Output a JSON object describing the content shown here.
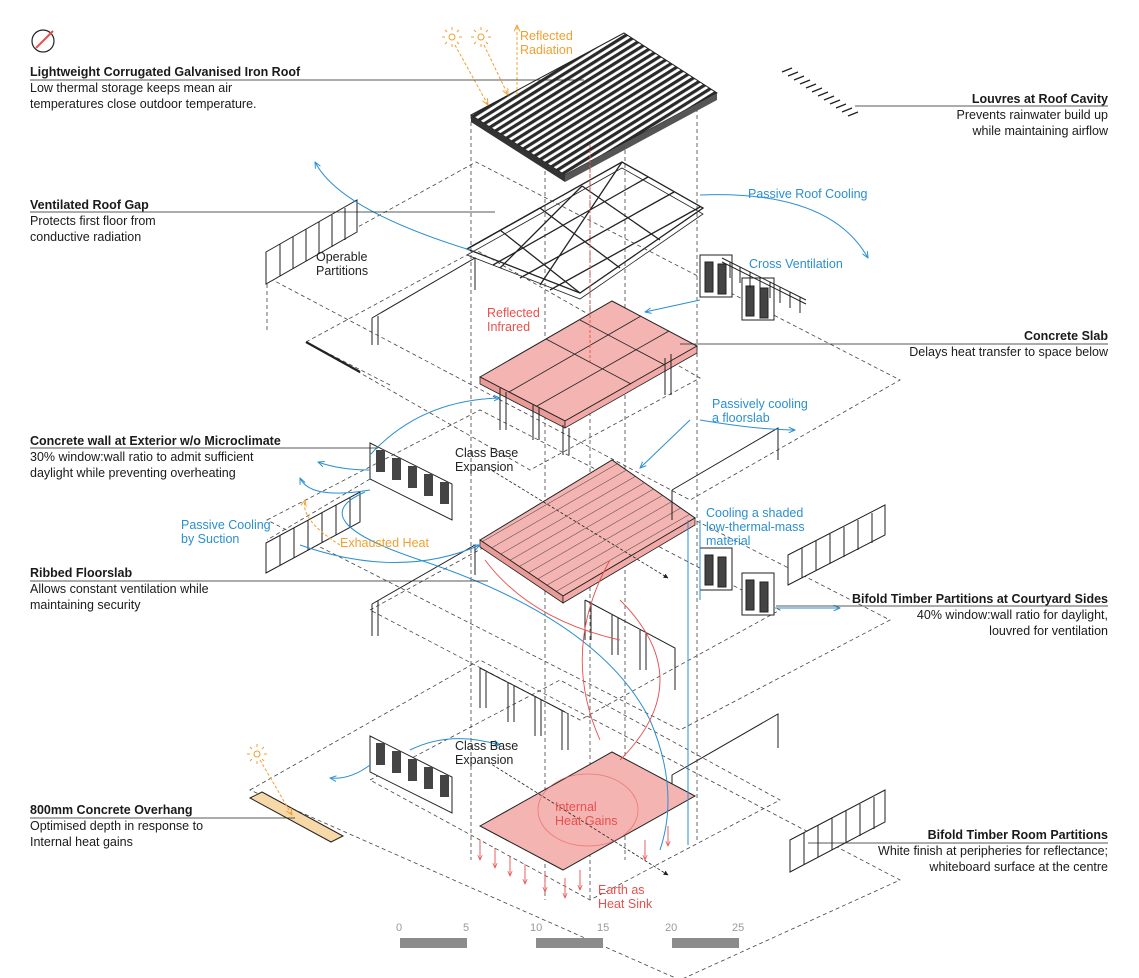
{
  "labels": {
    "roof": {
      "title": "Lightweight Corrugated Galvanised Iron Roof",
      "desc": "Low thermal storage keeps mean air\ntemperatures close outdoor temperature."
    },
    "louvres": {
      "title": "Louvres at Roof Cavity",
      "desc": "Prevents rainwater build up\nwhile maintaining airflow"
    },
    "roof_gap": {
      "title": "Ventilated Roof Gap",
      "desc": "Protects first floor from\nconductive radiation"
    },
    "concrete_slab": {
      "title": "Concrete Slab",
      "desc": "Delays heat transfer to space below"
    },
    "concrete_wall": {
      "title": "Concrete wall at Exterior w/o Microclimate",
      "desc": "30% window:wall ratio to admit sufficient\ndaylight while preventing overheating"
    },
    "ribbed_floorslab": {
      "title": "Ribbed Floorslab",
      "desc": "Allows constant ventilation while\nmaintaining security"
    },
    "bifold_courtyard": {
      "title": "Bifold Timber Partitions at Courtyard Sides",
      "desc": "40% window:wall ratio for daylight,\nlouvred for ventilation"
    },
    "overhang": {
      "title": "800mm Concrete Overhang",
      "desc": "Optimised depth in response to\nInternal heat gains"
    },
    "bifold_room": {
      "title": "Bifold Timber Room Partitions",
      "desc": "White finish at peripheries for reflectance;\nwhiteboard surface at the centre"
    }
  },
  "annotations": {
    "reflected_radiation": "Reflected\nRadiation",
    "passive_roof_cooling": "Passive Roof Cooling",
    "operable_partitions": "Operable\nPartitions",
    "cross_ventilation": "Cross Ventilation",
    "reflected_infrared": "Reflected\nInfrared",
    "passively_cooling_floorslab": "Passively cooling\na floorslab",
    "class_base_expansion_1": "Class Base\nExpansion",
    "passive_cooling_suction": "Passive Cooling\nby Suction",
    "exhausted_heat": "Exhausted Heat",
    "cooling_shaded": "Cooling a shaded\nlow-thermal-mass\nmaterial",
    "class_base_expansion_2": "Class Base\nExpansion",
    "internal_heat_gains": "Internal\nHeat Gains",
    "earth_heat_sink": "Earth as\nHeat Sink"
  },
  "scale": {
    "ticks": [
      "0",
      "5",
      "10",
      "15",
      "20",
      "25"
    ]
  },
  "colors": {
    "blue": "#2b8fd0",
    "orange": "#f0a030",
    "red": "#e8504d",
    "slab_fill": "#f4b4b2",
    "overhang_fill": "#f7d8a8"
  }
}
